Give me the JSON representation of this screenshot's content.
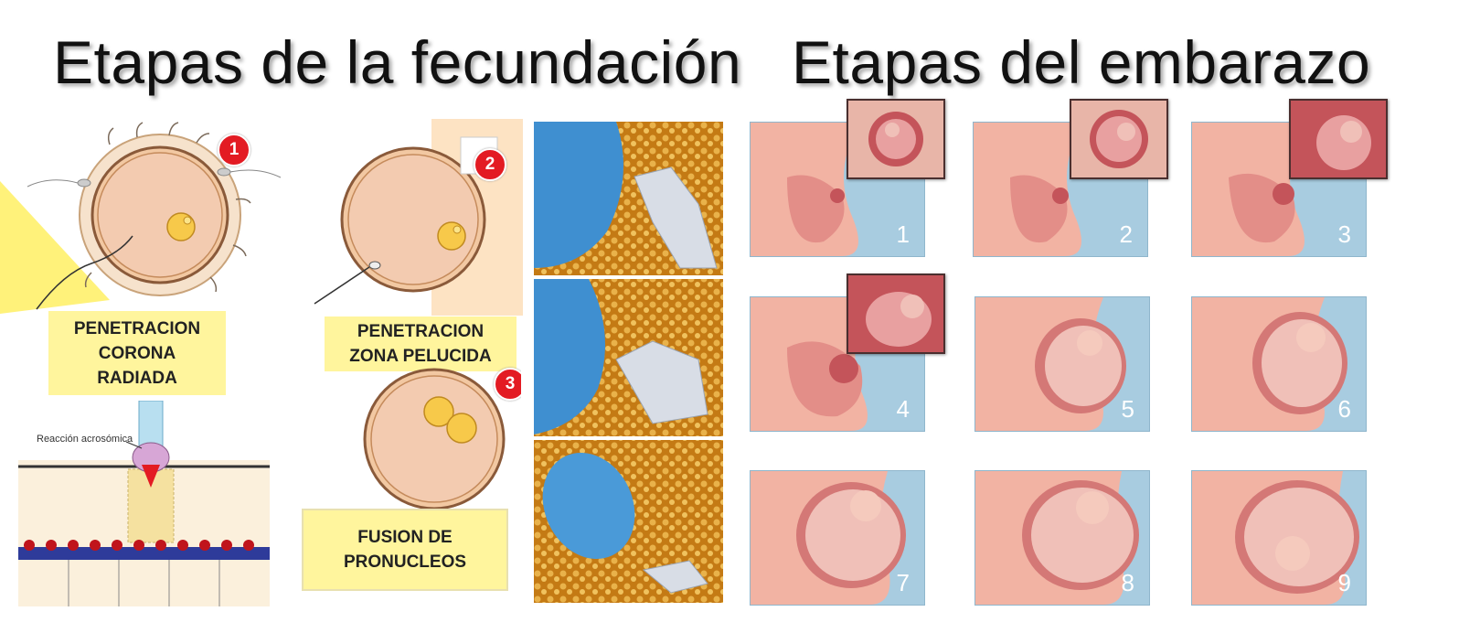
{
  "titles": {
    "left": "Etapas de la fecundación",
    "right": "Etapas del embarazo"
  },
  "fecundacion": {
    "steps": [
      {
        "badge": "1",
        "label_lines": [
          "PENETRACION",
          "CORONA",
          "RADIADA"
        ]
      },
      {
        "badge": "2",
        "label_lines": [
          "PENETRACION",
          "ZONA PELUCIDA"
        ]
      },
      {
        "badge": "3",
        "label_lines": [
          "FUSION DE",
          "PRONUCLEOS"
        ]
      }
    ],
    "acrosome_label": "Reacción acrosómica"
  },
  "embarazo": {
    "stages": [
      "1",
      "2",
      "3",
      "4",
      "5",
      "6",
      "7",
      "8",
      "9"
    ]
  },
  "colors": {
    "label_bg": "#fff59d",
    "badge_red": "#e31b23",
    "stage_bg": "#a8cce0",
    "skin": "#f2b3a3",
    "egg": "#f3cbb0"
  }
}
